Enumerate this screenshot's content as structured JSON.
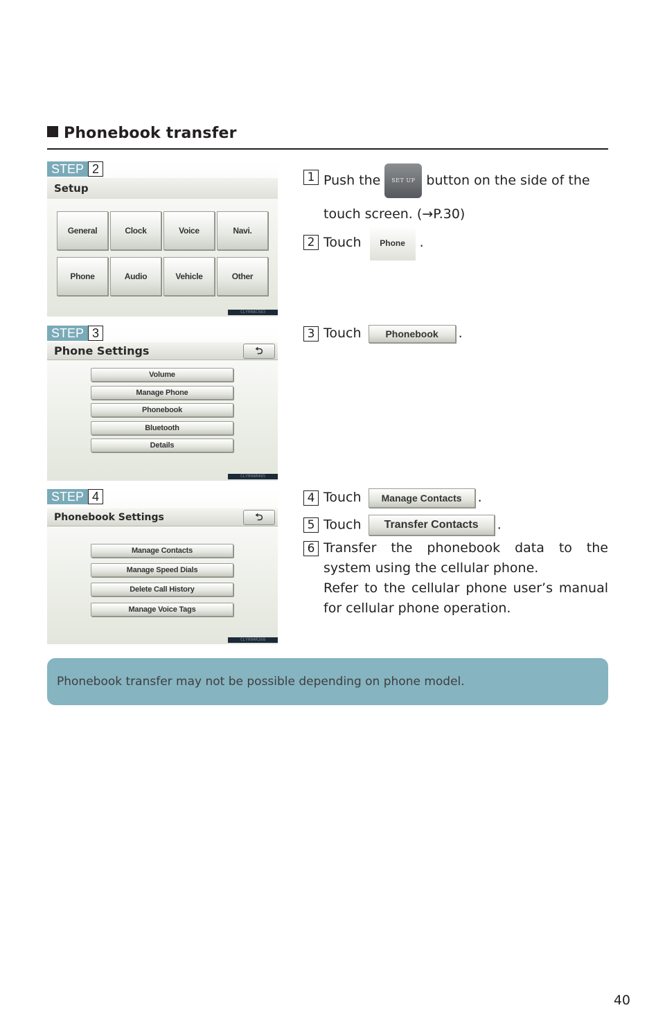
{
  "section": {
    "heading": "Phonebook transfer"
  },
  "steps": [
    {
      "label": "STEP",
      "number": "2",
      "screen_title": "Setup",
      "buttons": [
        "General",
        "Clock",
        "Voice",
        "Navi.",
        "Phone",
        "Audio",
        "Vehicle",
        "Other"
      ],
      "code": "CLY00AC583"
    },
    {
      "label": "STEP",
      "number": "3",
      "screen_title": "Phone Settings",
      "back": "⮌",
      "buttons": [
        "Volume",
        "Manage Phone",
        "Phonebook",
        "Bluetooth",
        "Details"
      ],
      "code": "CLY00AR485"
    },
    {
      "label": "STEP",
      "number": "4",
      "screen_title": "Phonebook Settings",
      "back": "⮌",
      "buttons": [
        "Manage Contacts",
        "Manage Speed Dials",
        "Delete Call History",
        "Manage Voice Tags"
      ],
      "code": "CLY00AR268"
    }
  ],
  "instructions": [
    {
      "num": "1",
      "pre": "Push the",
      "img": "SET UP",
      "post": "button on the side of the touch screen. (→P.30)"
    },
    {
      "num": "2",
      "pre": "Touch",
      "img": "Phone",
      "post": "."
    },
    {
      "num": "3",
      "pre": "Touch",
      "img": "Phonebook",
      "post": "."
    },
    {
      "num": "4",
      "pre": "Touch",
      "img": "Manage Contacts",
      "post": "."
    },
    {
      "num": "5",
      "pre": "Touch",
      "img": "Transfer Contacts",
      "post": "."
    },
    {
      "num": "6",
      "text": "Transfer the phonebook data to the system using the cellular phone.",
      "text2": "Refer to the cellular phone user’s manual for cellular phone operation."
    }
  ],
  "note": "Phonebook transfer may not be possible depending on phone model.",
  "page_number": "40"
}
